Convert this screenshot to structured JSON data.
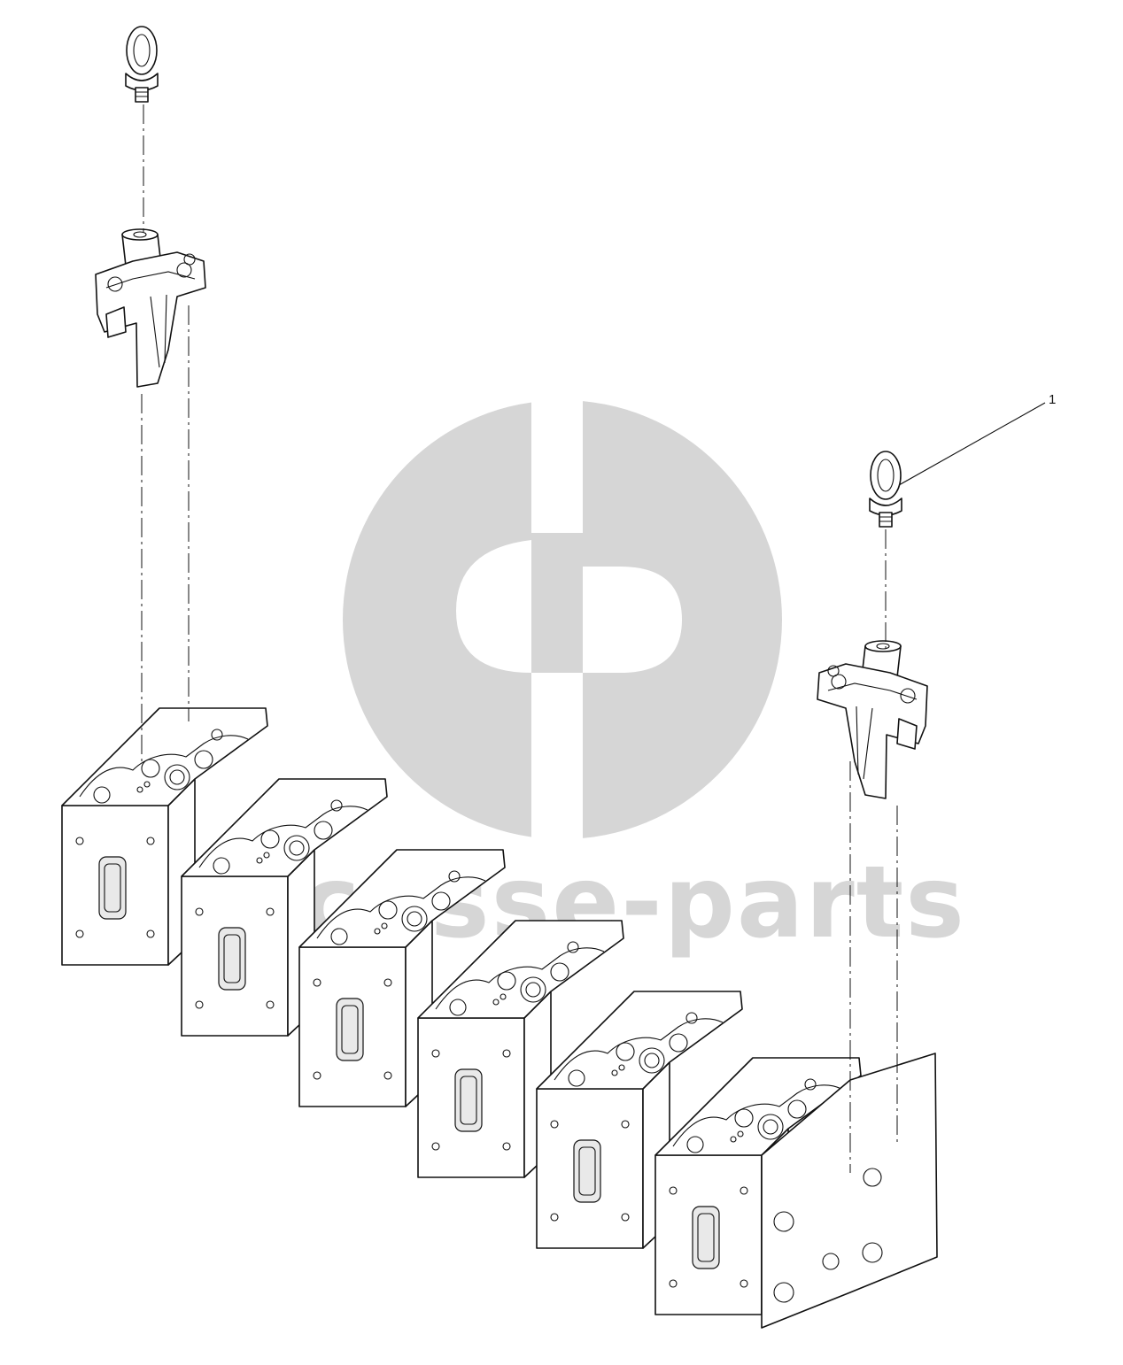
{
  "diagram": {
    "callouts": [
      {
        "id": "1",
        "label": "1"
      }
    ],
    "watermark": {
      "text": "casse-parts",
      "color": "#d6d6d6",
      "icon": "cp-logo-icon"
    },
    "line_color": "#111111",
    "background": "#ffffff"
  }
}
